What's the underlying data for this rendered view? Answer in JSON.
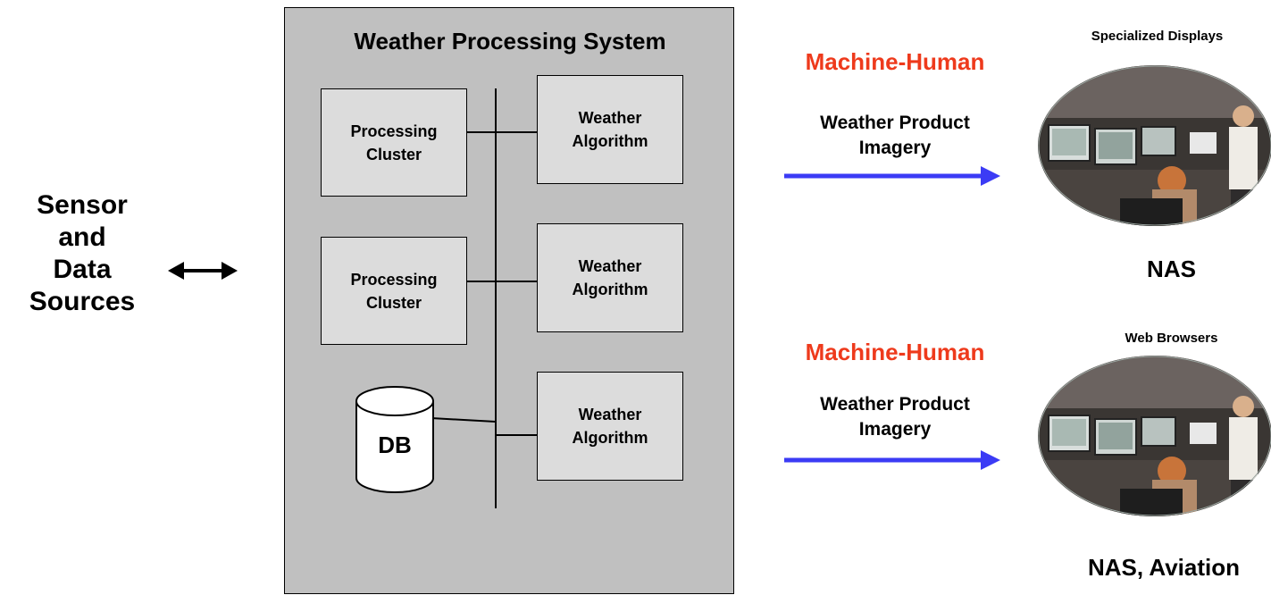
{
  "sources": {
    "line1": "Sensor",
    "line2": "and",
    "line3": "Data",
    "line4": "Sources"
  },
  "system": {
    "title": "Weather Processing System",
    "clusters": [
      {
        "line1": "Processing",
        "line2": "Cluster"
      },
      {
        "line1": "Processing",
        "line2": "Cluster"
      }
    ],
    "algorithms": [
      {
        "line1": "Weather",
        "line2": "Algorithm"
      },
      {
        "line1": "Weather",
        "line2": "Algorithm"
      },
      {
        "line1": "Weather",
        "line2": "Algorithm"
      }
    ],
    "db_label": "DB"
  },
  "outputs": [
    {
      "channel": "Machine-Human",
      "product_line1": "Weather Product",
      "product_line2": "Imagery",
      "display_label": "Specialized Displays",
      "destination": "NAS"
    },
    {
      "channel": "Machine-Human",
      "product_line1": "Weather Product",
      "product_line2": "Imagery",
      "display_label": "Web Browsers",
      "destination": "NAS, Aviation"
    }
  ],
  "colors": {
    "system_bg": "#c0c0c0",
    "component_bg": "#dcdcdc",
    "channel_text": "#ee3a1c",
    "flow_arrow": "#3b3bf5"
  }
}
